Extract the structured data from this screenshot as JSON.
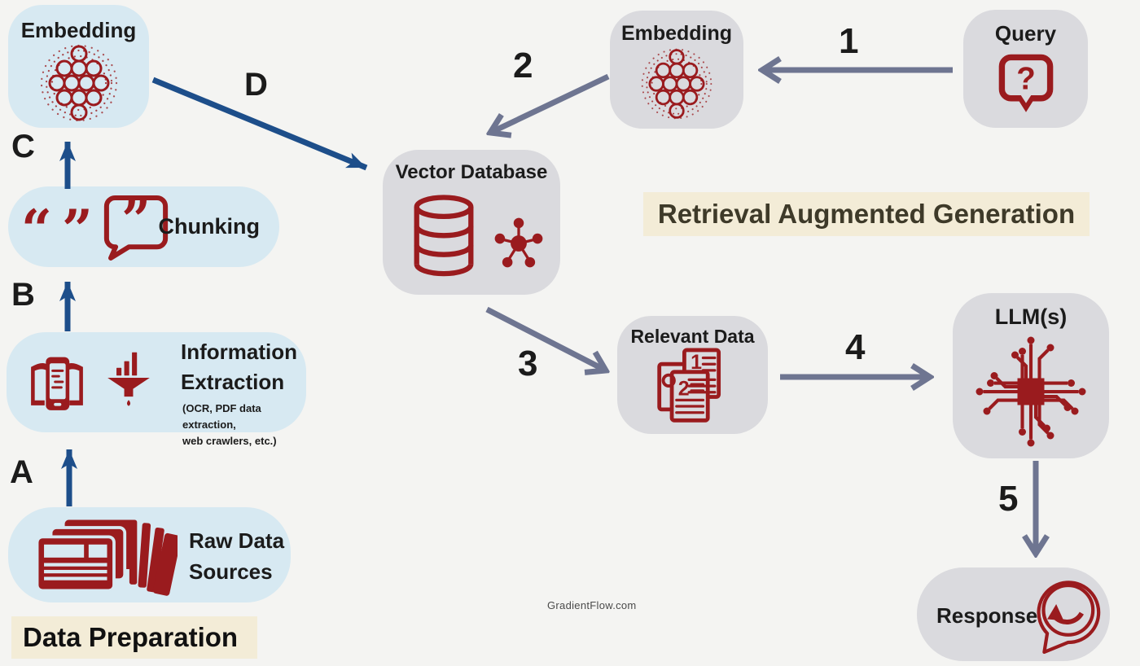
{
  "colors": {
    "background": "#f4f4f2",
    "light_blue_box": "#d7e9f2",
    "gray_box": "#dadade",
    "icon_red": "#9a1b1e",
    "navy_arrow": "#1d4e8a",
    "slate_arrow": "#6e7591",
    "beige_highlight": "#f3ecd7",
    "rag_title_text": "#3e3a29"
  },
  "watermark": "GradientFlow.com",
  "sections": {
    "data_preparation": {
      "title": "Data Preparation"
    },
    "rag": {
      "title": "Retrieval Augmented Generation"
    }
  },
  "step_labels": {
    "a": "A",
    "b": "B",
    "c": "C",
    "d": "D",
    "n1": "1",
    "n2": "2",
    "n3": "3",
    "n4": "4",
    "n5": "5"
  },
  "nodes": {
    "embedding_left": {
      "label": "Embedding",
      "icon": "neural-network-icon"
    },
    "chunking": {
      "label": "Chunking",
      "icon": "quote-bubble-icon",
      "open_quote": "“",
      "close_quote": "”",
      "bubble_quote": "”"
    },
    "information_extraction": {
      "label_line1": "Information",
      "label_line2": "Extraction",
      "subtitle_line1": "(OCR, PDF data extraction,",
      "subtitle_line2": "web crawlers, etc.)",
      "icons": [
        "document-scan-icon",
        "funnel-chart-icon"
      ]
    },
    "raw_data_sources": {
      "label_line1": "Raw Data",
      "label_line2": "Sources",
      "icons": [
        "newspaper-stack-icon",
        "book-stack-icon"
      ]
    },
    "vector_database": {
      "label": "Vector Database",
      "icons": [
        "database-icon",
        "cluster-icon"
      ]
    },
    "embedding_top": {
      "label": "Embedding",
      "icon": "neural-network-icon"
    },
    "query": {
      "label": "Query",
      "icon": "question-bubble-icon",
      "icon_glyph": "?"
    },
    "relevant_data": {
      "label": "Relevant Data",
      "icon": "ranked-documents-icon",
      "icon_numbers": [
        "1",
        "2"
      ]
    },
    "llm": {
      "label": "LLM(s)",
      "icon": "chip-icon"
    },
    "response": {
      "label": "Response",
      "icon": "reply-bubble-icon"
    }
  }
}
